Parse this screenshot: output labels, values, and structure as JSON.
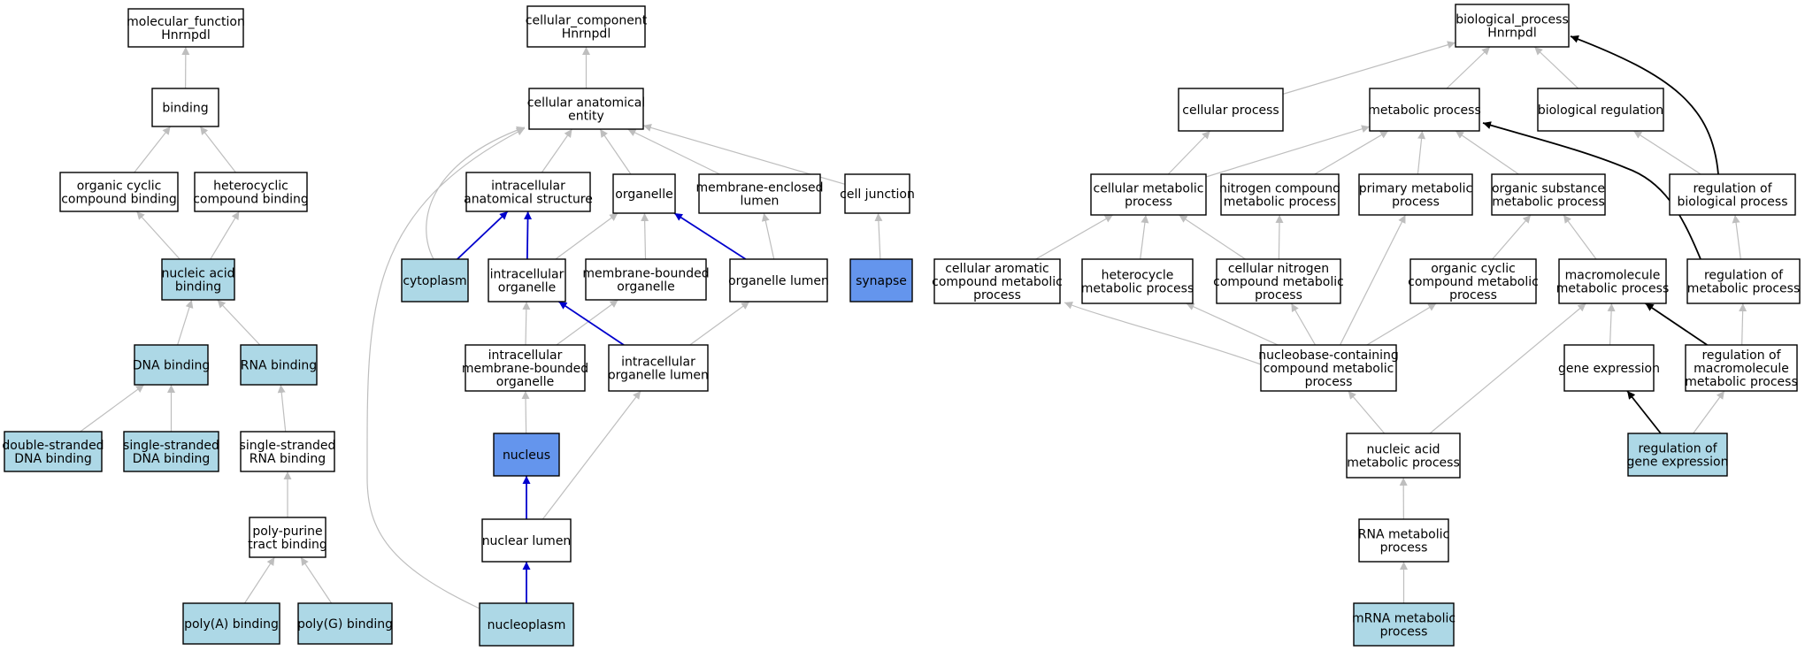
{
  "colors": {
    "default_fill": "#ffffff",
    "annotated_fill": "#add8e6",
    "highlight_fill": "#6495ed",
    "edge_default": "#bebebe",
    "edge_part_of": "#0000cd",
    "edge_regulates": "#000000"
  },
  "nodes": [
    {
      "id": "mf",
      "lines": [
        "molecular_function",
        "Hnrnpdl"
      ],
      "style": "default"
    },
    {
      "id": "binding",
      "lines": [
        "binding"
      ],
      "style": "default"
    },
    {
      "id": "occb",
      "lines": [
        "organic cyclic",
        "compound binding"
      ],
      "style": "default"
    },
    {
      "id": "hccb",
      "lines": [
        "heterocyclic",
        "compound binding"
      ],
      "style": "default"
    },
    {
      "id": "nab",
      "lines": [
        "nucleic acid",
        "binding"
      ],
      "style": "annotated"
    },
    {
      "id": "dnab",
      "lines": [
        "DNA binding"
      ],
      "style": "annotated"
    },
    {
      "id": "rnab",
      "lines": [
        "RNA binding"
      ],
      "style": "annotated"
    },
    {
      "id": "dsdna",
      "lines": [
        "double-stranded",
        "DNA binding"
      ],
      "style": "annotated"
    },
    {
      "id": "ssdna",
      "lines": [
        "single-stranded",
        "DNA binding"
      ],
      "style": "annotated"
    },
    {
      "id": "ssrna",
      "lines": [
        "single-stranded",
        "RNA binding"
      ],
      "style": "default"
    },
    {
      "id": "ppt",
      "lines": [
        "poly-purine",
        "tract binding"
      ],
      "style": "default"
    },
    {
      "id": "polya",
      "lines": [
        "poly(A) binding"
      ],
      "style": "annotated"
    },
    {
      "id": "polyg",
      "lines": [
        "poly(G) binding"
      ],
      "style": "annotated"
    },
    {
      "id": "cc",
      "lines": [
        "cellular_component",
        "Hnrnpdl"
      ],
      "style": "default"
    },
    {
      "id": "cae",
      "lines": [
        "cellular anatomical",
        "entity"
      ],
      "style": "default"
    },
    {
      "id": "ias",
      "lines": [
        "intracellular",
        "anatomical structure"
      ],
      "style": "default"
    },
    {
      "id": "organelle",
      "lines": [
        "organelle"
      ],
      "style": "default"
    },
    {
      "id": "mel",
      "lines": [
        "membrane-enclosed",
        "lumen"
      ],
      "style": "default"
    },
    {
      "id": "cj",
      "lines": [
        "cell junction"
      ],
      "style": "default"
    },
    {
      "id": "cyto",
      "lines": [
        "cytoplasm"
      ],
      "style": "annotated"
    },
    {
      "id": "io",
      "lines": [
        "intracellular",
        "organelle"
      ],
      "style": "default"
    },
    {
      "id": "mbo",
      "lines": [
        "membrane-bounded",
        "organelle"
      ],
      "style": "default"
    },
    {
      "id": "ol",
      "lines": [
        "organelle lumen"
      ],
      "style": "default"
    },
    {
      "id": "synapse",
      "lines": [
        "synapse"
      ],
      "style": "highlight"
    },
    {
      "id": "imbo",
      "lines": [
        "intracellular",
        "membrane-bounded",
        "organelle"
      ],
      "style": "default"
    },
    {
      "id": "iol",
      "lines": [
        "intracellular",
        "organelle lumen"
      ],
      "style": "default"
    },
    {
      "id": "nucleus",
      "lines": [
        "nucleus"
      ],
      "style": "highlight"
    },
    {
      "id": "nl",
      "lines": [
        "nuclear lumen"
      ],
      "style": "default"
    },
    {
      "id": "np",
      "lines": [
        "nucleoplasm"
      ],
      "style": "annotated"
    },
    {
      "id": "bp",
      "lines": [
        "biological_process",
        "Hnrnpdl"
      ],
      "style": "default"
    },
    {
      "id": "cp",
      "lines": [
        "cellular process"
      ],
      "style": "default"
    },
    {
      "id": "mp",
      "lines": [
        "metabolic process"
      ],
      "style": "default"
    },
    {
      "id": "br",
      "lines": [
        "biological regulation"
      ],
      "style": "default"
    },
    {
      "id": "cmp",
      "lines": [
        "cellular metabolic",
        "process"
      ],
      "style": "default"
    },
    {
      "id": "ncmp",
      "lines": [
        "nitrogen compound",
        "metabolic process"
      ],
      "style": "default"
    },
    {
      "id": "pmp",
      "lines": [
        "primary metabolic",
        "process"
      ],
      "style": "default"
    },
    {
      "id": "osmp",
      "lines": [
        "organic substance",
        "metabolic process"
      ],
      "style": "default"
    },
    {
      "id": "rbp",
      "lines": [
        "regulation of",
        "biological process"
      ],
      "style": "default"
    },
    {
      "id": "cacmp",
      "lines": [
        "cellular aromatic",
        "compound metabolic",
        "process"
      ],
      "style": "default"
    },
    {
      "id": "hmp",
      "lines": [
        "heterocycle",
        "metabolic process"
      ],
      "style": "default"
    },
    {
      "id": "cncmp",
      "lines": [
        "cellular nitrogen",
        "compound metabolic",
        "process"
      ],
      "style": "default"
    },
    {
      "id": "occmp",
      "lines": [
        "organic cyclic",
        "compound metabolic",
        "process"
      ],
      "style": "default"
    },
    {
      "id": "mmp",
      "lines": [
        "macromolecule",
        "metabolic process"
      ],
      "style": "default"
    },
    {
      "id": "rmp",
      "lines": [
        "regulation of",
        "metabolic process"
      ],
      "style": "default"
    },
    {
      "id": "nbcmp",
      "lines": [
        "nucleobase-containing",
        "compound metabolic",
        "process"
      ],
      "style": "default"
    },
    {
      "id": "ge",
      "lines": [
        "gene expression"
      ],
      "style": "default"
    },
    {
      "id": "rmmp",
      "lines": [
        "regulation of",
        "macromolecule",
        "metabolic process"
      ],
      "style": "default"
    },
    {
      "id": "namp",
      "lines": [
        "nucleic acid",
        "metabolic process"
      ],
      "style": "default"
    },
    {
      "id": "rge",
      "lines": [
        "regulation of",
        "gene expression"
      ],
      "style": "annotated"
    },
    {
      "id": "rnamp",
      "lines": [
        "RNA metabolic",
        "process"
      ],
      "style": "default"
    },
    {
      "id": "mrnamp",
      "lines": [
        "mRNA metabolic",
        "process"
      ],
      "style": "annotated"
    }
  ],
  "edges": [
    {
      "from": "binding",
      "to": "mf",
      "type": "is_a"
    },
    {
      "from": "occb",
      "to": "binding",
      "type": "is_a"
    },
    {
      "from": "hccb",
      "to": "binding",
      "type": "is_a"
    },
    {
      "from": "nab",
      "to": "occb",
      "type": "is_a"
    },
    {
      "from": "nab",
      "to": "hccb",
      "type": "is_a"
    },
    {
      "from": "dnab",
      "to": "nab",
      "type": "is_a"
    },
    {
      "from": "rnab",
      "to": "nab",
      "type": "is_a"
    },
    {
      "from": "dsdna",
      "to": "dnab",
      "type": "is_a"
    },
    {
      "from": "ssdna",
      "to": "dnab",
      "type": "is_a"
    },
    {
      "from": "ssrna",
      "to": "rnab",
      "type": "is_a"
    },
    {
      "from": "ppt",
      "to": "ssrna",
      "type": "is_a"
    },
    {
      "from": "polya",
      "to": "ppt",
      "type": "is_a"
    },
    {
      "from": "polyg",
      "to": "ppt",
      "type": "is_a"
    },
    {
      "from": "cae",
      "to": "cc",
      "type": "is_a"
    },
    {
      "from": "ias",
      "to": "cae",
      "type": "is_a"
    },
    {
      "from": "organelle",
      "to": "cae",
      "type": "is_a"
    },
    {
      "from": "mel",
      "to": "cae",
      "type": "is_a"
    },
    {
      "from": "cj",
      "to": "cae",
      "type": "is_a"
    },
    {
      "from": "cyto",
      "to": "cae",
      "type": "is_a"
    },
    {
      "from": "np",
      "to": "cae",
      "type": "is_a"
    },
    {
      "from": "cyto",
      "to": "ias",
      "type": "part_of"
    },
    {
      "from": "io",
      "to": "ias",
      "type": "part_of"
    },
    {
      "from": "io",
      "to": "organelle",
      "type": "is_a"
    },
    {
      "from": "mbo",
      "to": "organelle",
      "type": "is_a"
    },
    {
      "from": "ol",
      "to": "organelle",
      "type": "part_of"
    },
    {
      "from": "ol",
      "to": "mel",
      "type": "is_a"
    },
    {
      "from": "synapse",
      "to": "cj",
      "type": "is_a"
    },
    {
      "from": "imbo",
      "to": "io",
      "type": "is_a"
    },
    {
      "from": "imbo",
      "to": "mbo",
      "type": "is_a"
    },
    {
      "from": "iol",
      "to": "io",
      "type": "part_of"
    },
    {
      "from": "iol",
      "to": "ol",
      "type": "is_a"
    },
    {
      "from": "nucleus",
      "to": "imbo",
      "type": "is_a"
    },
    {
      "from": "nl",
      "to": "nucleus",
      "type": "part_of"
    },
    {
      "from": "nl",
      "to": "iol",
      "type": "is_a"
    },
    {
      "from": "np",
      "to": "nl",
      "type": "part_of"
    },
    {
      "from": "cp",
      "to": "bp",
      "type": "is_a"
    },
    {
      "from": "mp",
      "to": "bp",
      "type": "is_a"
    },
    {
      "from": "br",
      "to": "bp",
      "type": "is_a"
    },
    {
      "from": "rbp",
      "to": "bp",
      "type": "regulates"
    },
    {
      "from": "cmp",
      "to": "cp",
      "type": "is_a"
    },
    {
      "from": "cmp",
      "to": "mp",
      "type": "is_a"
    },
    {
      "from": "ncmp",
      "to": "mp",
      "type": "is_a"
    },
    {
      "from": "pmp",
      "to": "mp",
      "type": "is_a"
    },
    {
      "from": "osmp",
      "to": "mp",
      "type": "is_a"
    },
    {
      "from": "rmp",
      "to": "mp",
      "type": "regulates"
    },
    {
      "from": "rbp",
      "to": "br",
      "type": "is_a"
    },
    {
      "from": "cacmp",
      "to": "cmp",
      "type": "is_a"
    },
    {
      "from": "hmp",
      "to": "cmp",
      "type": "is_a"
    },
    {
      "from": "cncmp",
      "to": "cmp",
      "type": "is_a"
    },
    {
      "from": "cncmp",
      "to": "ncmp",
      "type": "is_a"
    },
    {
      "from": "occmp",
      "to": "osmp",
      "type": "is_a"
    },
    {
      "from": "mmp",
      "to": "osmp",
      "type": "is_a"
    },
    {
      "from": "rmp",
      "to": "rbp",
      "type": "is_a"
    },
    {
      "from": "nbcmp",
      "to": "cacmp",
      "type": "is_a"
    },
    {
      "from": "nbcmp",
      "to": "hmp",
      "type": "is_a"
    },
    {
      "from": "nbcmp",
      "to": "cncmp",
      "type": "is_a"
    },
    {
      "from": "nbcmp",
      "to": "pmp",
      "type": "is_a"
    },
    {
      "from": "nbcmp",
      "to": "occmp",
      "type": "is_a"
    },
    {
      "from": "ge",
      "to": "mmp",
      "type": "is_a"
    },
    {
      "from": "rmmp",
      "to": "mmp",
      "type": "regulates"
    },
    {
      "from": "rmmp",
      "to": "rmp",
      "type": "is_a"
    },
    {
      "from": "namp",
      "to": "nbcmp",
      "type": "is_a"
    },
    {
      "from": "namp",
      "to": "mmp",
      "type": "is_a"
    },
    {
      "from": "rge",
      "to": "ge",
      "type": "regulates"
    },
    {
      "from": "rge",
      "to": "rmmp",
      "type": "is_a"
    },
    {
      "from": "rnamp",
      "to": "namp",
      "type": "is_a"
    },
    {
      "from": "mrnamp",
      "to": "rnamp",
      "type": "is_a"
    }
  ]
}
